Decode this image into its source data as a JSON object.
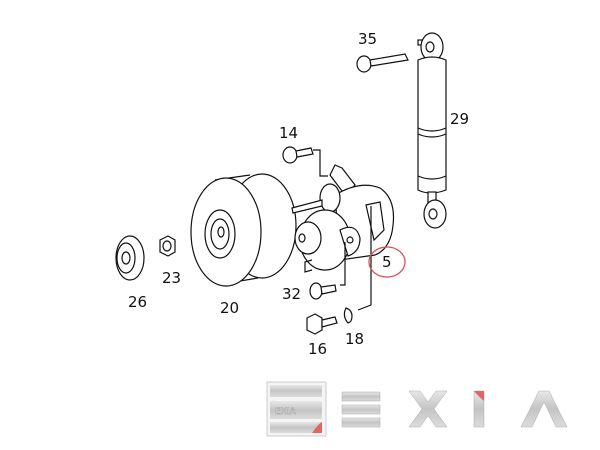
{
  "diagram": {
    "callouts": [
      {
        "id": "35",
        "label": "35"
      },
      {
        "id": "29",
        "label": "29"
      },
      {
        "id": "14",
        "label": "14"
      },
      {
        "id": "5",
        "label": "5",
        "highlighted": true
      },
      {
        "id": "26",
        "label": "26"
      },
      {
        "id": "23",
        "label": "23"
      },
      {
        "id": "20",
        "label": "20"
      },
      {
        "id": "32",
        "label": "32"
      },
      {
        "id": "16",
        "label": "16"
      },
      {
        "id": "18",
        "label": "18"
      }
    ],
    "highlight_color": "#d9534f"
  },
  "watermark": {
    "brand": "EXIA",
    "badge_text": "EXIA",
    "accent_color": "#e06666"
  }
}
